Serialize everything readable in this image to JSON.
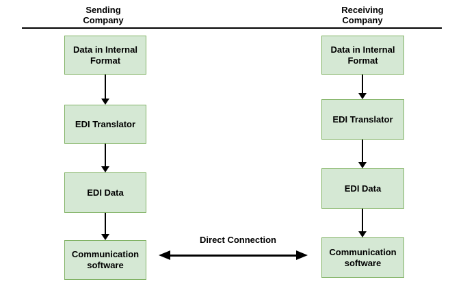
{
  "diagram": {
    "columns": [
      {
        "header": "Sending Company",
        "boxes": [
          {
            "label": "Data in Internal Format"
          },
          {
            "label": "EDI Translator"
          },
          {
            "label": "EDI Data"
          },
          {
            "label": "Communication software"
          }
        ]
      },
      {
        "header": "Receiving Company",
        "boxes": [
          {
            "label": "Data in Internal Format"
          },
          {
            "label": "EDI Translator"
          },
          {
            "label": "EDI Data"
          },
          {
            "label": "Communication software"
          }
        ]
      }
    ],
    "connection": {
      "label": "Direct Connection"
    },
    "icons": {
      "down_arrow": "▼",
      "double_headed_arrow": "↔"
    },
    "colors": {
      "bg": "#ffffff",
      "box-fill": "#d5e8d4",
      "box-border": "#82b366",
      "line": "#000000",
      "text": "#000000"
    }
  }
}
